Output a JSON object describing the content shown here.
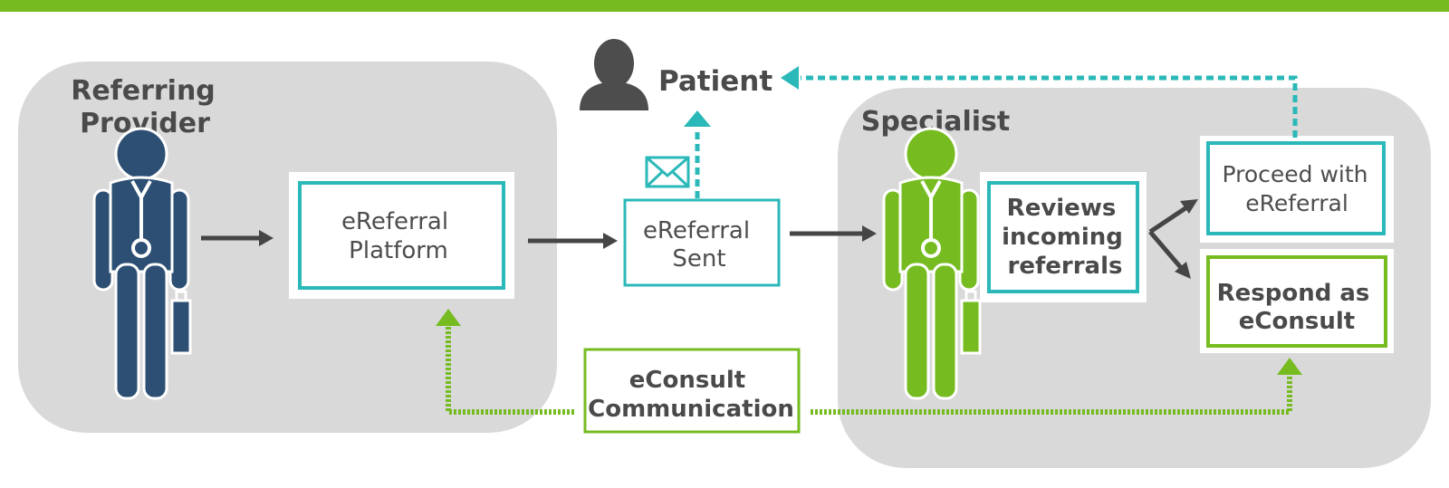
{
  "colors": {
    "top_bar": "#76bc21",
    "panel": "#d9d9d9",
    "teal": "#2bb8b8",
    "green": "#76bc21",
    "navy": "#2d4f73",
    "arrow_dark": "#454545",
    "text_dark": "#4a4a4a",
    "patient_icon": "#4d4d4d"
  },
  "icons": {
    "patient": "person-silhouette-icon",
    "referring_provider": "doctor-with-briefcase-icon",
    "specialist": "doctor-with-briefcase-icon",
    "message": "envelope-icon"
  },
  "patient": {
    "label": "Patient"
  },
  "referring_provider": {
    "title_line1": "Referring",
    "title_line2": "Provider"
  },
  "specialist": {
    "title": "Specialist"
  },
  "boxes": {
    "ereferral_platform": {
      "line1": "eReferral",
      "line2": "Platform"
    },
    "ereferral_sent": {
      "line1": "eReferral",
      "line2": "Sent"
    },
    "reviews": {
      "line1": "Reviews",
      "line2": "incoming",
      "line3": "referrals"
    },
    "proceed": {
      "line1": "Proceed with",
      "line2": "eReferral"
    },
    "respond": {
      "line1": "Respond as",
      "line2": "eConsult"
    },
    "econsult_comm": {
      "line1": "eConsult",
      "line2": "Communication"
    }
  }
}
